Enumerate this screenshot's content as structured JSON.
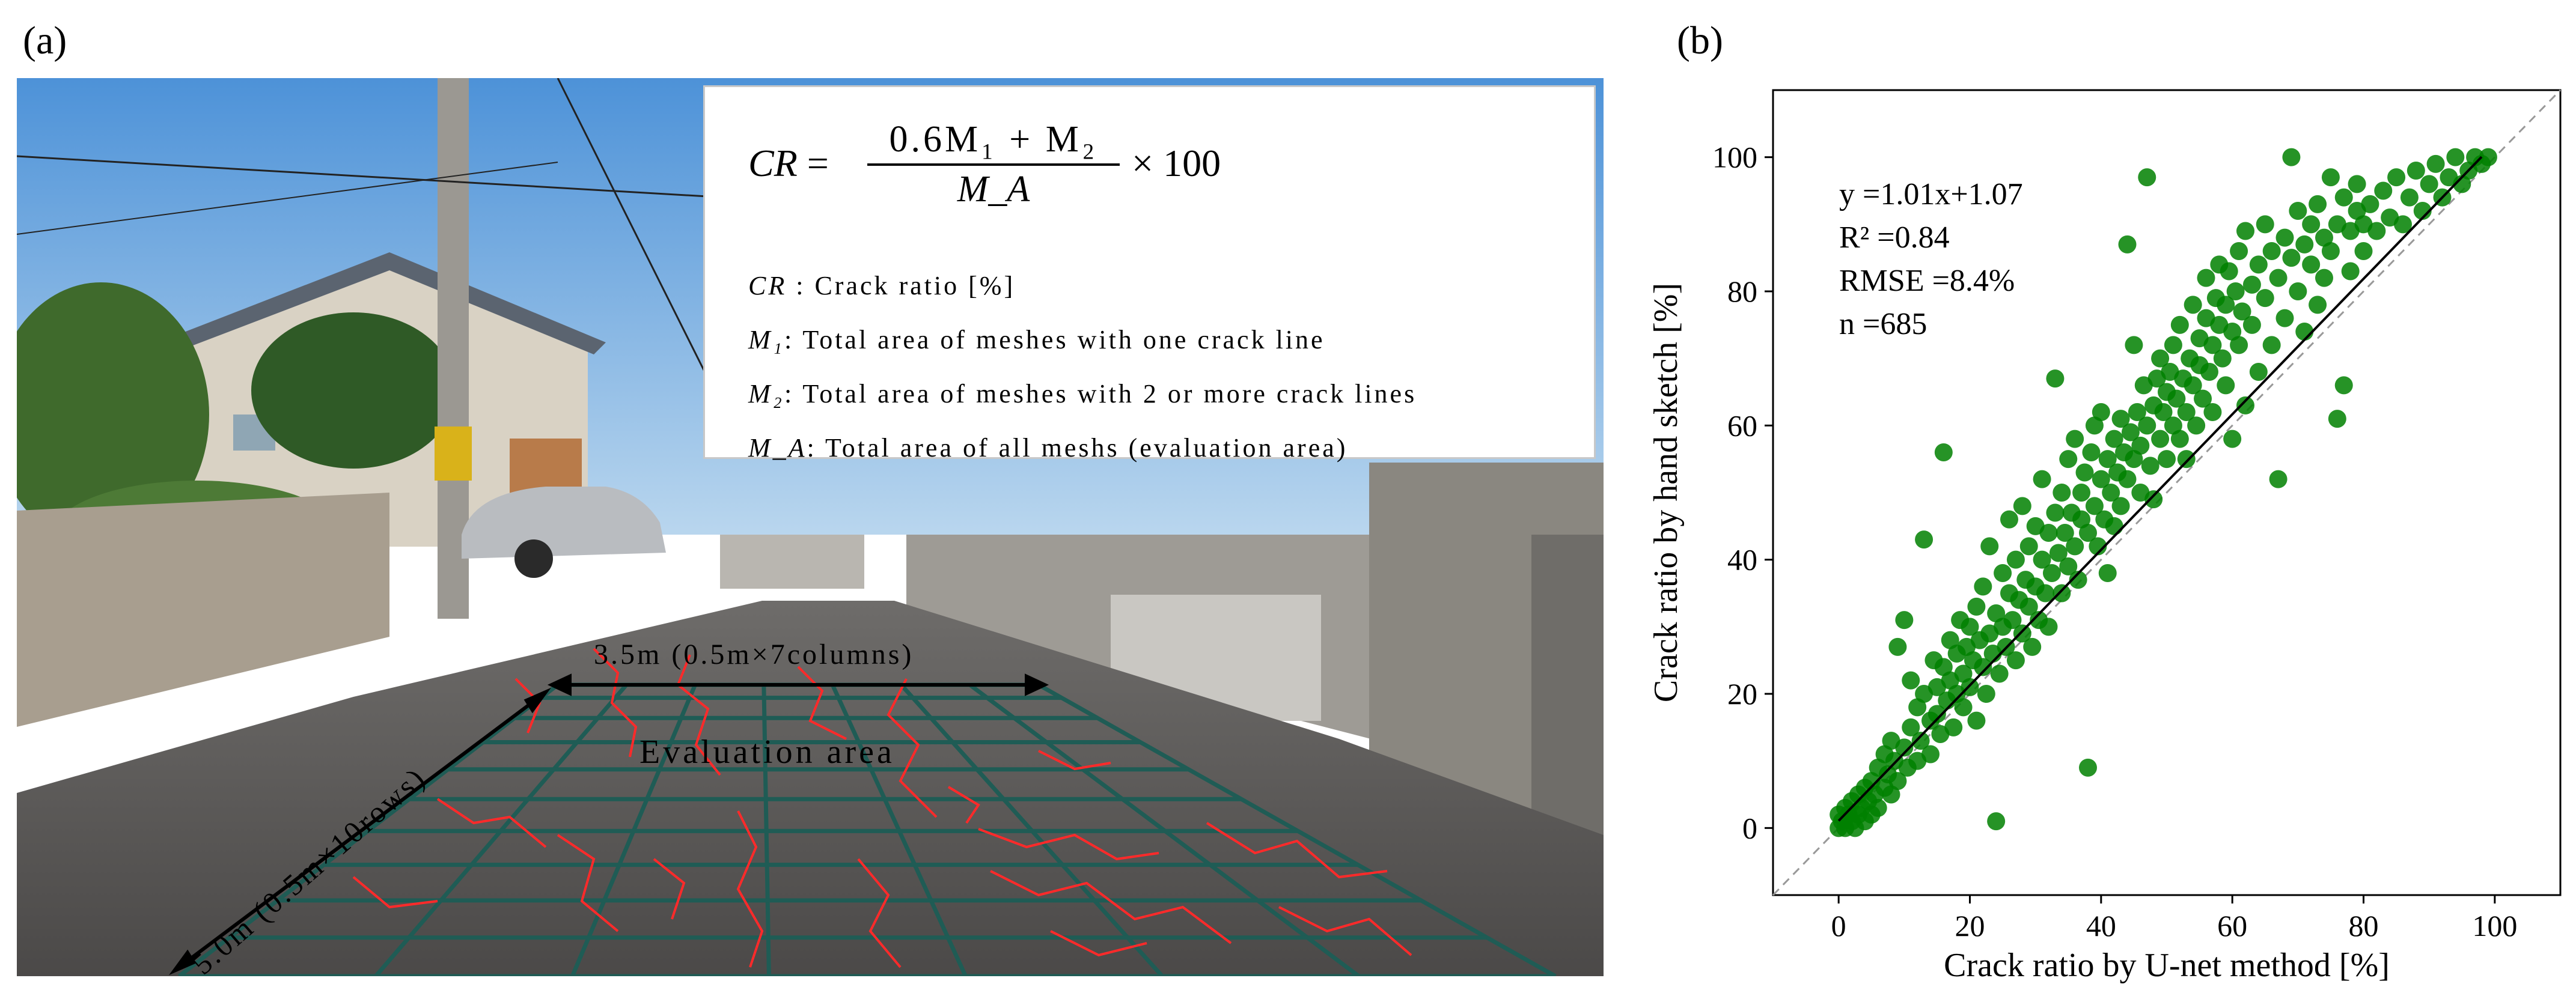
{
  "panel_a": {
    "label": "(a)",
    "formula": {
      "lhs": "CR",
      "numerator": "0.6M₁ +  M₂",
      "denominator": "M_A",
      "multiplier": "× 100",
      "defs": [
        {
          "sym": "CR",
          "text": " : Crack ratio [%]"
        },
        {
          "sym": "M₁",
          "text": ": Total area of meshes with one crack line"
        },
        {
          "sym": "M₂",
          "text": ": Total area of meshes with 2 or more crack lines"
        },
        {
          "sym": "M_A",
          "text": ": Total area of all meshs (evaluation area)"
        }
      ]
    },
    "overlay": {
      "width_label": "3.5m (0.5m×7columns)",
      "length_label": "5.0m (0.5m×10rows)",
      "area_label": "Evaluation area",
      "grid_color": "#1f5c55",
      "crack_color": "#ff2a2a"
    }
  },
  "panel_b": {
    "label": "(b)",
    "stats": [
      "y =1.01x+1.07",
      "R² =0.84",
      "RMSE =8.4%",
      "n =685"
    ]
  },
  "chart_data": {
    "type": "scatter",
    "xlabel": "Crack ratio by U-net method [%]",
    "ylabel": "Crack ratio by hand sketch [%]",
    "xlim": [
      -10,
      110
    ],
    "ylim": [
      -10,
      110
    ],
    "xticks": [
      0,
      20,
      40,
      60,
      80,
      100
    ],
    "yticks": [
      0,
      20,
      40,
      60,
      80,
      100
    ],
    "point_color": "#008000",
    "fit": {
      "slope": 1.01,
      "intercept": 1.07
    },
    "reference_line": "1:1 dashed",
    "n": 685,
    "points": [
      [
        0,
        0
      ],
      [
        0,
        2
      ],
      [
        0.5,
        1
      ],
      [
        1,
        0
      ],
      [
        1,
        3
      ],
      [
        1.5,
        2
      ],
      [
        2,
        1
      ],
      [
        2,
        4
      ],
      [
        2.5,
        0
      ],
      [
        3,
        2
      ],
      [
        3,
        5
      ],
      [
        3.5,
        3
      ],
      [
        4,
        1
      ],
      [
        4,
        6
      ],
      [
        4.5,
        4
      ],
      [
        5,
        2
      ],
      [
        5,
        7
      ],
      [
        5.5,
        5
      ],
      [
        6,
        3
      ],
      [
        6,
        9
      ],
      [
        7,
        6
      ],
      [
        7,
        11
      ],
      [
        7.5,
        8
      ],
      [
        8,
        5
      ],
      [
        8,
        13
      ],
      [
        8.5,
        10
      ],
      [
        9,
        7
      ],
      [
        9,
        27
      ],
      [
        10,
        12
      ],
      [
        10,
        31
      ],
      [
        10.5,
        9
      ],
      [
        11,
        15
      ],
      [
        11,
        22
      ],
      [
        12,
        10
      ],
      [
        12,
        18
      ],
      [
        12.5,
        13
      ],
      [
        13,
        20
      ],
      [
        13,
        43
      ],
      [
        14,
        16
      ],
      [
        14,
        11
      ],
      [
        14.5,
        25
      ],
      [
        15,
        17
      ],
      [
        15,
        21
      ],
      [
        15.5,
        14
      ],
      [
        16,
        56
      ],
      [
        16,
        24
      ],
      [
        16.5,
        19
      ],
      [
        17,
        22
      ],
      [
        17,
        28
      ],
      [
        17.5,
        15
      ],
      [
        18,
        20
      ],
      [
        18,
        26
      ],
      [
        18.5,
        31
      ],
      [
        19,
        23
      ],
      [
        19,
        18
      ],
      [
        19.5,
        27
      ],
      [
        20,
        21
      ],
      [
        20,
        30
      ],
      [
        20.5,
        25
      ],
      [
        21,
        16
      ],
      [
        21,
        33
      ],
      [
        21.5,
        28
      ],
      [
        22,
        24
      ],
      [
        22,
        36
      ],
      [
        22.5,
        20
      ],
      [
        23,
        29
      ],
      [
        23,
        42
      ],
      [
        23.5,
        26
      ],
      [
        24,
        32
      ],
      [
        24,
        1
      ],
      [
        24.5,
        23
      ],
      [
        25,
        30
      ],
      [
        25,
        38
      ],
      [
        25.5,
        27
      ],
      [
        26,
        35
      ],
      [
        26,
        46
      ],
      [
        26.5,
        31
      ],
      [
        27,
        25
      ],
      [
        27,
        40
      ],
      [
        27.5,
        34
      ],
      [
        28,
        29
      ],
      [
        28,
        48
      ],
      [
        28.5,
        37
      ],
      [
        29,
        33
      ],
      [
        29,
        42
      ],
      [
        29.5,
        27
      ],
      [
        30,
        36
      ],
      [
        30,
        45
      ],
      [
        30.5,
        31
      ],
      [
        31,
        40
      ],
      [
        31,
        52
      ],
      [
        31.5,
        35
      ],
      [
        32,
        44
      ],
      [
        32,
        30
      ],
      [
        32.5,
        38
      ],
      [
        33,
        47
      ],
      [
        33,
        67
      ],
      [
        33.5,
        41
      ],
      [
        34,
        35
      ],
      [
        34,
        50
      ],
      [
        34.5,
        44
      ],
      [
        35,
        39
      ],
      [
        35,
        55
      ],
      [
        35.5,
        47
      ],
      [
        36,
        42
      ],
      [
        36,
        58
      ],
      [
        36.5,
        37
      ],
      [
        37,
        50
      ],
      [
        37,
        46
      ],
      [
        37.5,
        53
      ],
      [
        38,
        44
      ],
      [
        38,
        9
      ],
      [
        38.5,
        56
      ],
      [
        39,
        48
      ],
      [
        39,
        60
      ],
      [
        39.5,
        42
      ],
      [
        40,
        52
      ],
      [
        40,
        62
      ],
      [
        40.5,
        46
      ],
      [
        41,
        55
      ],
      [
        41,
        38
      ],
      [
        41.5,
        50
      ],
      [
        42,
        58
      ],
      [
        42,
        45
      ],
      [
        42.5,
        53
      ],
      [
        43,
        61
      ],
      [
        43,
        48
      ],
      [
        43.5,
        56
      ],
      [
        44,
        87
      ],
      [
        44,
        52
      ],
      [
        44.5,
        59
      ],
      [
        45,
        55
      ],
      [
        45,
        72
      ],
      [
        45.5,
        62
      ],
      [
        46,
        50
      ],
      [
        46,
        57
      ],
      [
        46.5,
        66
      ],
      [
        47,
        97
      ],
      [
        47,
        60
      ],
      [
        47.5,
        54
      ],
      [
        48,
        63
      ],
      [
        48,
        49
      ],
      [
        48.5,
        67
      ],
      [
        49,
        58
      ],
      [
        49,
        70
      ],
      [
        49.5,
        62
      ],
      [
        50,
        65
      ],
      [
        50,
        55
      ],
      [
        50.5,
        68
      ],
      [
        51,
        60
      ],
      [
        51,
        72
      ],
      [
        51.5,
        64
      ],
      [
        52,
        58
      ],
      [
        52,
        75
      ],
      [
        52.5,
        67
      ],
      [
        53,
        62
      ],
      [
        53,
        55
      ],
      [
        53.5,
        70
      ],
      [
        54,
        66
      ],
      [
        54,
        78
      ],
      [
        54.5,
        60
      ],
      [
        55,
        73
      ],
      [
        55,
        69
      ],
      [
        55.5,
        64
      ],
      [
        56,
        76
      ],
      [
        56,
        82
      ],
      [
        56.5,
        68
      ],
      [
        57,
        72
      ],
      [
        57,
        62
      ],
      [
        57.5,
        79
      ],
      [
        58,
        75
      ],
      [
        58,
        84
      ],
      [
        58.5,
        70
      ],
      [
        59,
        78
      ],
      [
        59,
        66
      ],
      [
        59.5,
        83
      ],
      [
        60,
        74
      ],
      [
        60,
        58
      ],
      [
        60.5,
        80
      ],
      [
        61,
        86
      ],
      [
        61,
        72
      ],
      [
        61.5,
        77
      ],
      [
        62,
        63
      ],
      [
        62,
        89
      ],
      [
        63,
        81
      ],
      [
        63,
        75
      ],
      [
        64,
        68
      ],
      [
        64,
        84
      ],
      [
        65,
        90
      ],
      [
        65,
        79
      ],
      [
        66,
        72
      ],
      [
        66,
        86
      ],
      [
        67,
        82
      ],
      [
        67,
        52
      ],
      [
        68,
        76
      ],
      [
        68,
        88
      ],
      [
        69,
        100
      ],
      [
        69,
        85
      ],
      [
        70,
        80
      ],
      [
        70,
        92
      ],
      [
        71,
        87
      ],
      [
        71,
        74
      ],
      [
        72,
        84
      ],
      [
        72,
        90
      ],
      [
        73,
        78
      ],
      [
        73,
        93
      ],
      [
        74,
        88
      ],
      [
        74,
        82
      ],
      [
        75,
        97
      ],
      [
        75,
        86
      ],
      [
        76,
        61
      ],
      [
        76,
        90
      ],
      [
        77,
        66
      ],
      [
        77,
        94
      ],
      [
        78,
        89
      ],
      [
        78,
        83
      ],
      [
        79,
        92
      ],
      [
        79,
        96
      ],
      [
        80,
        86
      ],
      [
        80,
        90
      ],
      [
        81,
        93
      ],
      [
        82,
        89
      ],
      [
        83,
        95
      ],
      [
        84,
        91
      ],
      [
        85,
        97
      ],
      [
        86,
        90
      ],
      [
        87,
        94
      ],
      [
        88,
        98
      ],
      [
        89,
        92
      ],
      [
        90,
        96
      ],
      [
        91,
        99
      ],
      [
        92,
        94
      ],
      [
        93,
        97
      ],
      [
        94,
        100
      ],
      [
        95,
        96
      ],
      [
        96,
        98
      ],
      [
        97,
        100
      ],
      [
        98,
        99
      ],
      [
        99,
        100
      ]
    ]
  }
}
